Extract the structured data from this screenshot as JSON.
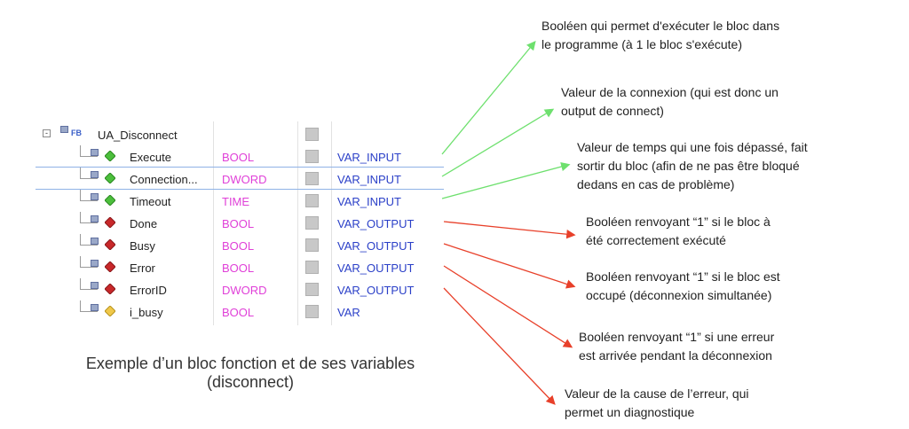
{
  "function_block": {
    "expand_glyph": "-",
    "fb_badge": "FB",
    "name": "UA_Disconnect",
    "variables": [
      {
        "name": "Execute",
        "type": "BOOL",
        "scope": "VAR_INPUT",
        "kind": "input"
      },
      {
        "name": "Connection...",
        "type": "DWORD",
        "scope": "VAR_INPUT",
        "kind": "input"
      },
      {
        "name": "Timeout",
        "type": "TIME",
        "scope": "VAR_INPUT",
        "kind": "input"
      },
      {
        "name": "Done",
        "type": "BOOL",
        "scope": "VAR_OUTPUT",
        "kind": "output"
      },
      {
        "name": "Busy",
        "type": "BOOL",
        "scope": "VAR_OUTPUT",
        "kind": "output"
      },
      {
        "name": "Error",
        "type": "BOOL",
        "scope": "VAR_OUTPUT",
        "kind": "output"
      },
      {
        "name": "ErrorID",
        "type": "DWORD",
        "scope": "VAR_OUTPUT",
        "kind": "output"
      },
      {
        "name": "i_busy",
        "type": "BOOL",
        "scope": "VAR",
        "kind": "local"
      }
    ]
  },
  "caption": {
    "line1": "Exemple d’un bloc fonction et de ses variables",
    "line2": "(disconnect)"
  },
  "annotations": [
    {
      "line1": "Booléen qui permet d'exécuter le bloc dans",
      "line2": "le programme (à 1 le bloc s'exécute)",
      "color": "#6ee06e"
    },
    {
      "line1": "Valeur de la connexion (qui est donc un",
      "line2": "output de connect)",
      "color": "#6ee06e"
    },
    {
      "line1": "Valeur de temps qui une fois dépassé, fait",
      "line2": "sortir du bloc (afin de ne pas être bloqué",
      "line3": "dedans en cas de problème)",
      "color": "#6ee06e"
    },
    {
      "line1": "Booléen renvoyant “1” si le bloc à",
      "line2": "été correctement exécuté",
      "color": "#e8402a"
    },
    {
      "line1": "Booléen renvoyant “1” si le bloc est",
      "line2": "occupé (déconnexion simultanée)",
      "color": "#e8402a"
    },
    {
      "line1": "Booléen renvoyant “1” si une erreur",
      "line2": "est arrivée pendant la déconnexion",
      "color": "#e8402a"
    },
    {
      "line1": "Valeur de la cause de l’erreur, qui",
      "line2": "permet un diagnostique",
      "color": "#e8402a"
    }
  ],
  "icons": {
    "input": "green-diamond-input-icon",
    "output": "red-diamond-output-icon",
    "local": "yellow-diamond-var-icon"
  }
}
